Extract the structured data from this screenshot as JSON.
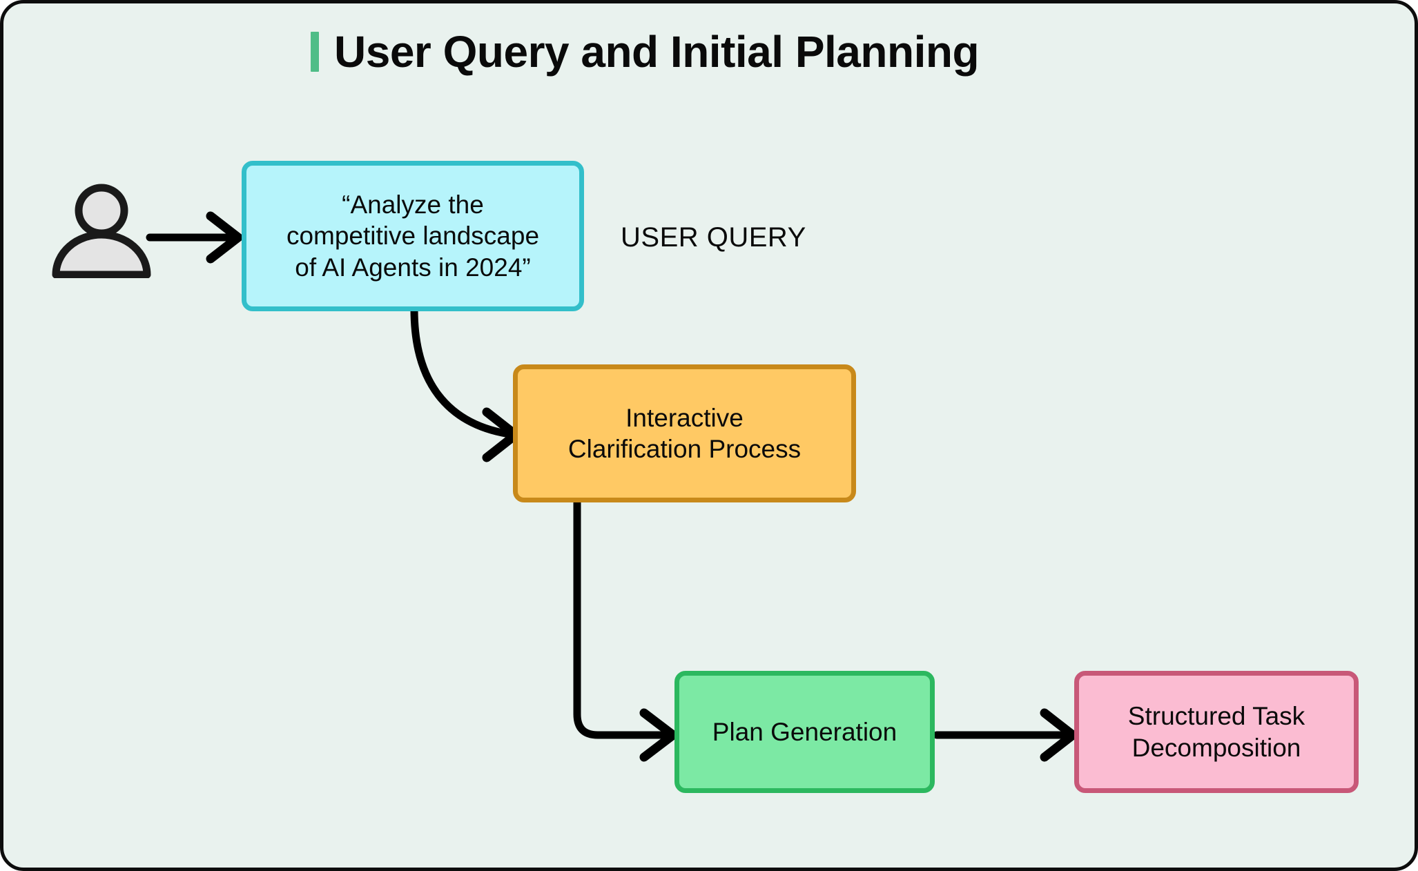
{
  "page": {
    "title": "User Query and Initial Planning",
    "background_color": "#e9f2ee",
    "border_color": "#0d0d0d",
    "title_accent_color": "#4fbd87"
  },
  "diagram": {
    "type": "flowchart",
    "actor": {
      "icon": "person-icon",
      "fill_color": "#e4e4e4",
      "stroke_color": "#1a1a1a"
    },
    "nodes": [
      {
        "id": "user-query",
        "label": "“Analyze the competitive landscape of AI Agents in 2024”",
        "line1": "“Analyze the",
        "line2": "competitive landscape",
        "line3": "of AI Agents in 2024”",
        "fill_color": "#b6f4fb",
        "border_color": "#33bfca"
      },
      {
        "id": "clarification",
        "label": "Interactive Clarification Process",
        "line1": "Interactive",
        "line2": "Clarification Process",
        "fill_color": "#ffc964",
        "border_color": "#c8891a"
      },
      {
        "id": "plan-generation",
        "label": "Plan Generation",
        "line1": "Plan Generation",
        "fill_color": "#7ce9a4",
        "border_color": "#2cb85f"
      },
      {
        "id": "structured-task",
        "label": "Structured Task Decomposition",
        "line1": "Structured Task",
        "line2": "Decomposition",
        "fill_color": "#fbbcd2",
        "border_color": "#c85878"
      }
    ],
    "annotations": [
      {
        "id": "user-query-label",
        "text": "USER QUERY"
      }
    ],
    "edges": [
      {
        "from": "actor",
        "to": "user-query",
        "style": "straight-arrow"
      },
      {
        "from": "user-query",
        "to": "clarification",
        "style": "curved-arrow"
      },
      {
        "from": "clarification",
        "to": "plan-generation",
        "style": "elbow-arrow"
      },
      {
        "from": "plan-generation",
        "to": "structured-task",
        "style": "straight-arrow"
      }
    ],
    "edge_color": "#000000"
  }
}
